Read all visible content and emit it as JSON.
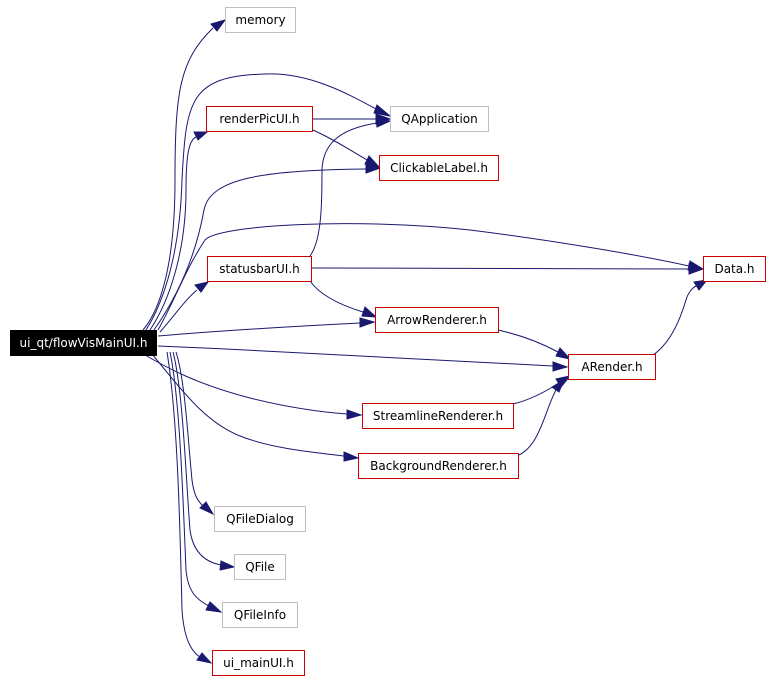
{
  "colors": {
    "edge": "#191970",
    "documented_border": "#cc0000",
    "external_border": "#bfbfbf",
    "root_fill": "#000000",
    "root_text": "#ffffff"
  },
  "nodes": {
    "root": "ui_qt/flowVisMainUI.h",
    "memory": "memory",
    "renderPicUI": "renderPicUI.h",
    "qapplication": "QApplication",
    "clickableLabel": "ClickableLabel.h",
    "statusbarUI": "statusbarUI.h",
    "data": "Data.h",
    "arrowRenderer": "ArrowRenderer.h",
    "arender": "ARender.h",
    "streamlineRenderer": "StreamlineRenderer.h",
    "backgroundRenderer": "BackgroundRenderer.h",
    "qfiledialog": "QFileDialog",
    "qfile": "QFile",
    "qfileinfo": "QFileInfo",
    "ui_mainUI": "ui_mainUI.h"
  }
}
